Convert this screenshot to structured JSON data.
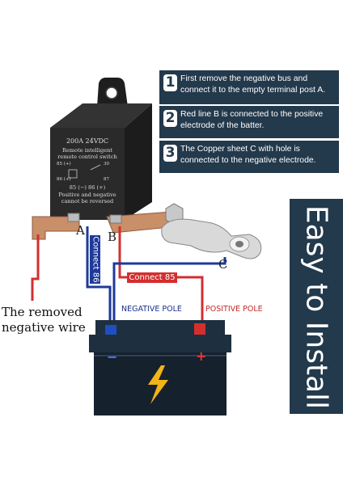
{
  "steps": [
    {
      "num": "1",
      "text": "First remove the negative bus and connect it to the empty terminal post A."
    },
    {
      "num": "2",
      "text": "Red line B is connected to the positive electrode of the batter."
    },
    {
      "num": "3",
      "text": "The Copper sheet C with hole is connected to the negative electrode."
    }
  ],
  "banner": {
    "text": "Easy to Install"
  },
  "relay": {
    "rating": "200A 24VDC",
    "line1": "Remote intelligent",
    "line2": "remote control switch",
    "pin_85_top": "85 (+)",
    "pin_30": "30",
    "pin_86_left": "86 (+)",
    "pin_87": "87",
    "pin_85_86": "85 (−)   86 (+)",
    "note1": "Positive and negative",
    "note2": "cannot be reversed"
  },
  "labels": {
    "a": "A",
    "b": "B",
    "c": "C",
    "connect85": "Connect 85",
    "connect86": "Connect 86",
    "removed_wire": "The removed negative wire",
    "negative_pole": "NEGATIVE POLE",
    "positive_pole": "POSITIVE POLE",
    "battery_minus": "−",
    "battery_plus": "+"
  },
  "colors": {
    "navy": "#23394c",
    "red_wire": "#d32f2f",
    "blue_wire": "#1e3a9a",
    "copper": "#c98f68",
    "bolt": "#f2b417"
  }
}
